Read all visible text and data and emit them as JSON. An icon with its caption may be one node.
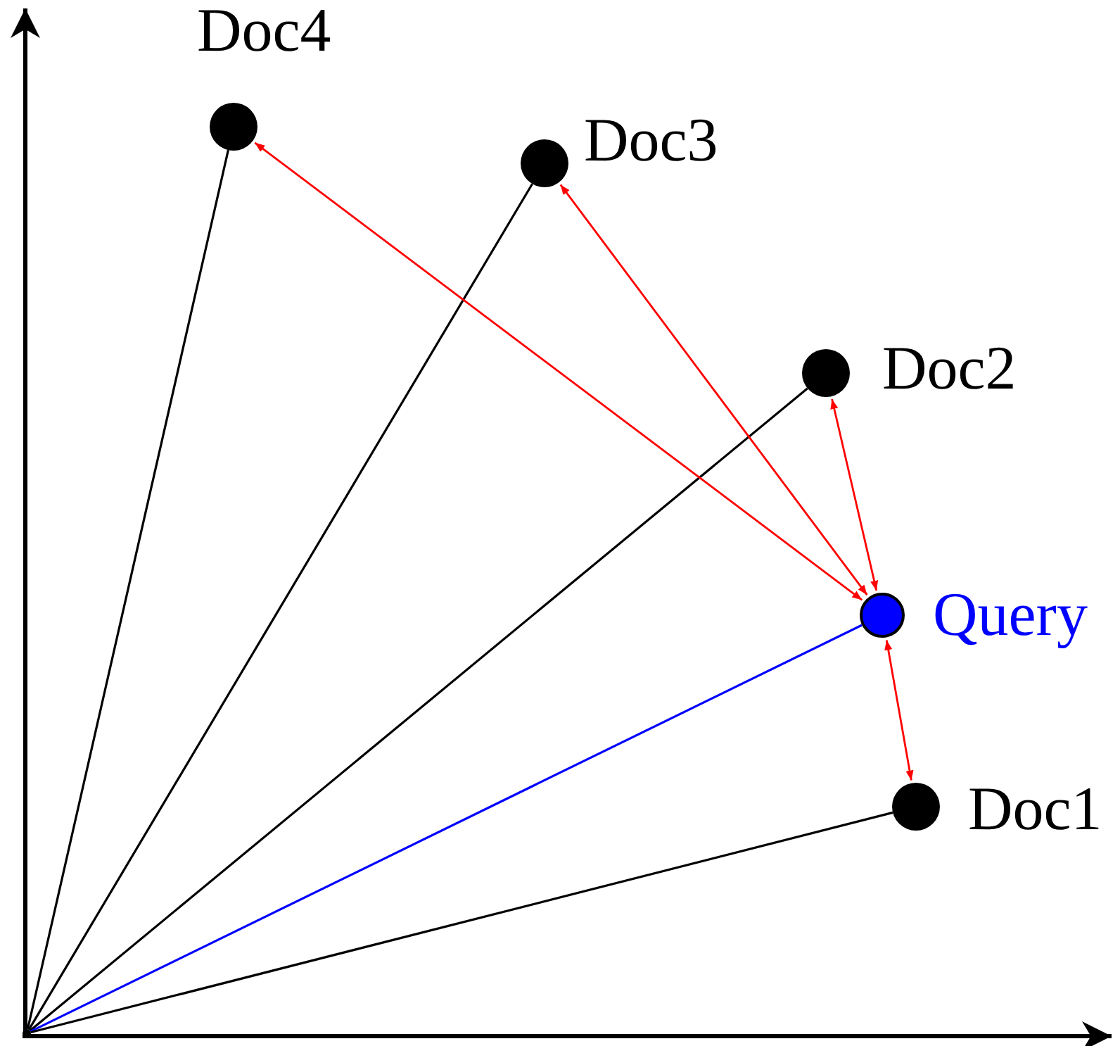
{
  "diagram": {
    "nodes": [
      {
        "text": [
          "Doc4"
        ]
      },
      {
        "text": [
          "Doc3"
        ]
      },
      {
        "text": [
          "Doc2"
        ]
      },
      {
        "text": [
          "Query"
        ]
      },
      {
        "text": [
          "Doc1"
        ]
      },
      {
        "text": [],
        "shape": "point"
      }
    ],
    "edges": [
      {
        "from": 5,
        "to": 0,
        "arrow": "none"
      },
      {
        "from": 5,
        "to": 1,
        "arrow": "none"
      },
      {
        "from": 5,
        "to": 2,
        "arrow": "none"
      },
      {
        "from": 5,
        "to": 3,
        "arrow": "none",
        "color": "#0000ff"
      },
      {
        "from": 5,
        "to": 4,
        "arrow": "none"
      },
      {
        "from": 3,
        "to": 0,
        "arrow": "both",
        "color": "#ff0000"
      },
      {
        "from": 3,
        "to": 1,
        "arrow": "both",
        "color": "#ff0000"
      },
      {
        "from": 3,
        "to": 2,
        "arrow": "both",
        "color": "#ff0000"
      },
      {
        "from": 3,
        "to": 4,
        "arrow": "both",
        "color": "#ff0000"
      }
    ]
  }
}
